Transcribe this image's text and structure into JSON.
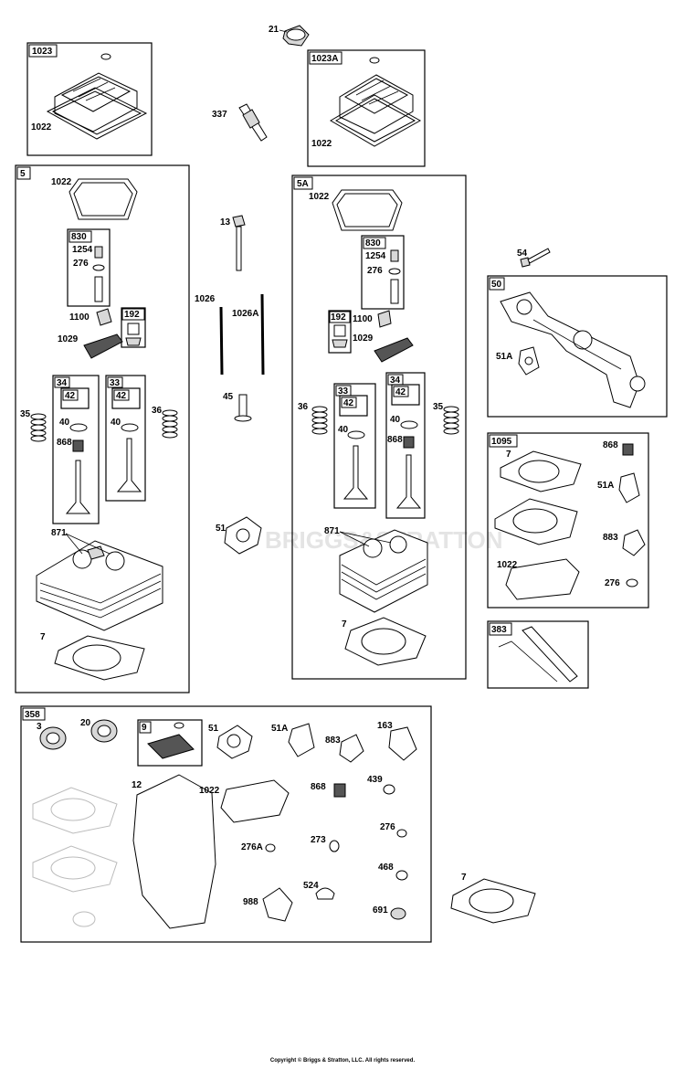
{
  "watermark": "BRIGGS&STRATTON",
  "copyright": "Copyright © Briggs & Stratton, LLC. All rights reserved.",
  "callouts": {
    "box_1023": "1023",
    "box_1023a": "1023A",
    "box_5": "5",
    "box_5a": "5A",
    "box_830": "830",
    "box_192": "192",
    "box_34": "34",
    "box_33": "33",
    "box_42": "42",
    "box_50": "50",
    "box_1095": "1095",
    "box_383": "383",
    "box_358": "358",
    "box_9": "9",
    "p21": "21",
    "p337": "337",
    "p1022": "1022",
    "p1254": "1254",
    "p276": "276",
    "p1100": "1100",
    "p1029": "1029",
    "p35": "35",
    "p36": "36",
    "p40": "40",
    "p868": "868",
    "p871": "871",
    "p7": "7",
    "p13": "13",
    "p1026": "1026",
    "p1026a": "1026A",
    "p45": "45",
    "p51": "51",
    "p54": "54",
    "p51a": "51A",
    "p883": "883",
    "p3": "3",
    "p20": "20",
    "p12": "12",
    "p163": "163",
    "p439": "439",
    "p276a": "276A",
    "p273": "273",
    "p468": "468",
    "p524": "524",
    "p988": "988",
    "p691": "691"
  }
}
